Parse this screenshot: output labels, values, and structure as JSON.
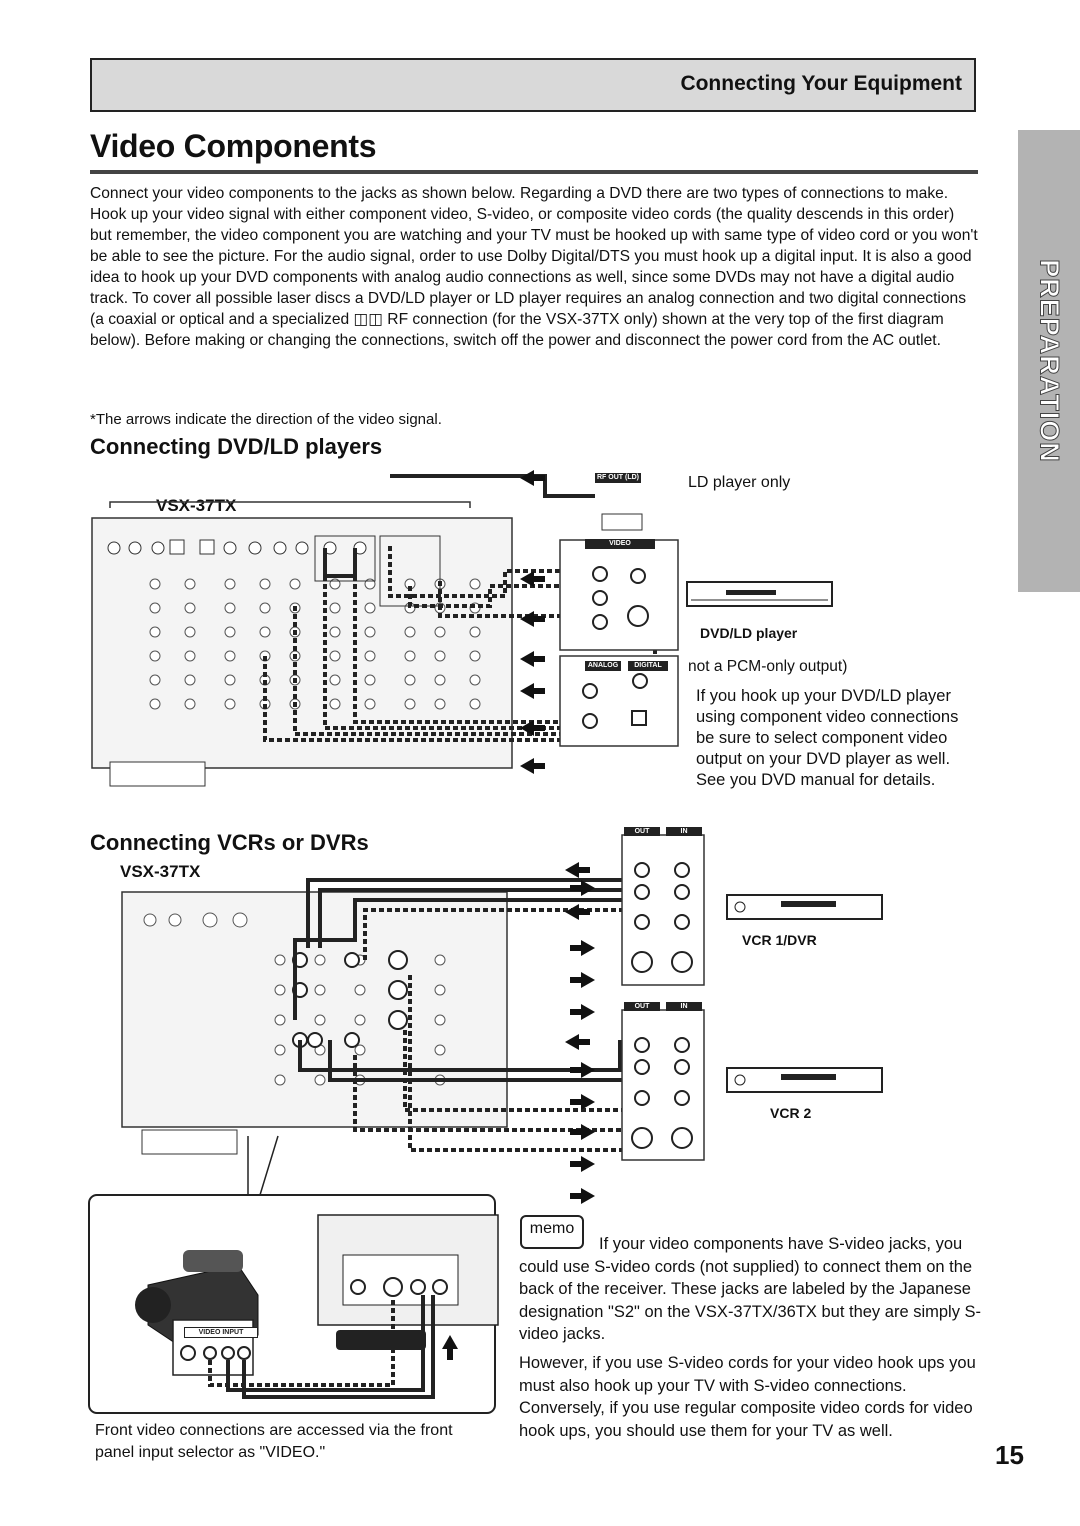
{
  "header": {
    "section": "Connecting Your Equipment"
  },
  "page": {
    "title": "Video Components",
    "side_tab": "PREPARATION",
    "page_number": "15"
  },
  "intro": {
    "paragraph": "Connect your video components to the jacks as shown below. Regarding a DVD there are two types of connections to make. Hook up your video signal with either component video, S-video, or composite video cords (the quality descends in this order) but remember, the video component you are watching and your TV must be hooked up with same type of video cord or you won't be able to see the picture. For the audio signal, order to use Dolby Digital/DTS you must hook up a digital input. It is also a good idea to hook up your DVD components with analog audio connections as well, since some DVDs may not have a digital audio track. To cover all possible laser discs a DVD/LD player or LD player requires an analog connection and two digital connections (a coaxial or optical and a specialized ◫◫ RF connection (for the VSX-37TX only) shown at the very top of the first diagram below). Before making or changing the connections, switch off the power and disconnect the power cord from the AC outlet.",
    "arrow_note": "*The arrows indicate the direction of the video signal."
  },
  "dvd_section": {
    "heading": "Connecting DVD/LD players",
    "model": "VSX-37TX",
    "ld_only": "LD player only",
    "rf_out_label": "RF OUT (LD)",
    "video_label": "VIDEO",
    "analog_label": "ANALOG",
    "digital_label": "DIGITAL",
    "player_label": "DVD/LD player",
    "pcm_note": "not a PCM-only output)",
    "tip": "If you hook up your DVD/LD player using component video connections be sure to select component video output on your DVD player as well. See you DVD manual for details."
  },
  "vcr_section": {
    "heading": "Connecting VCRs or DVRs",
    "model": "VSX-37TX",
    "out_label": "OUT",
    "in_label": "IN",
    "vcr1_label": "VCR 1/DVR",
    "vcr2_label": "VCR 2",
    "video_input_label": "VIDEO INPUT",
    "front_note": "Front video connections are accessed via the front panel input selector as \"VIDEO.\""
  },
  "memo": {
    "icon_label": "memo",
    "para1": "If your video components have S-video jacks, you could use S-video cords (not supplied) to connect them on the back of the receiver. These jacks are labeled by the Japanese designation \"S2\" on the VSX-37TX/36TX but they are simply S-video jacks.",
    "para2": "However, if you use S-video cords for your video hook ups you must also hook up your TV with S-video connections. Conversely, if you use regular composite video cords for video hook ups, you should use them for your TV as well."
  }
}
